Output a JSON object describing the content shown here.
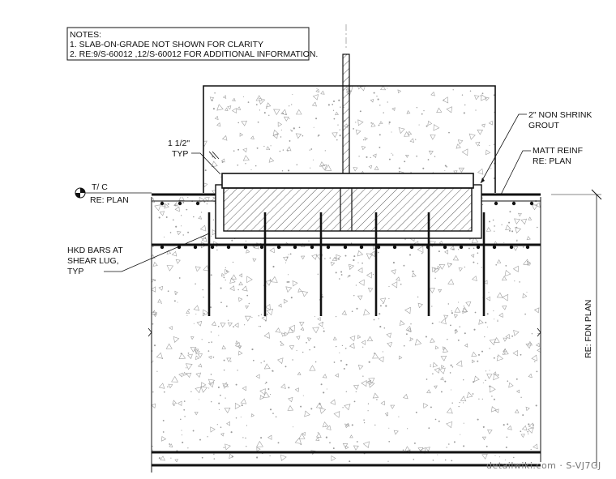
{
  "notes": {
    "heading": "NOTES:",
    "line1": "1. SLAB-ON-GRADE NOT SHOWN FOR CLARITY",
    "line2": "2. RE:9/S-60012 ,12/S-60012 FOR ADDITIONAL INFORMATION."
  },
  "labels": {
    "grout_line1": "2\" NON SHRINK",
    "grout_line2": "GROUT",
    "matt_line1": "MATT REINF",
    "matt_line2": "RE: PLAN",
    "dim_line1": "1 1/2\"",
    "dim_line2": "TYP",
    "tc_line1": "T/ C",
    "tc_line2": "RE: PLAN",
    "hkd_line1": "HKD BARS AT",
    "hkd_line2": "SHEAR LUG,",
    "hkd_line3": "TYP",
    "fdn": "RE: FDN PLAN"
  },
  "watermark": "detailwiki.com · S-VJ7GJ",
  "colors": {
    "ink": "#111111",
    "concrete_speckle": "#9a9a9a",
    "watermark": "#777777"
  }
}
